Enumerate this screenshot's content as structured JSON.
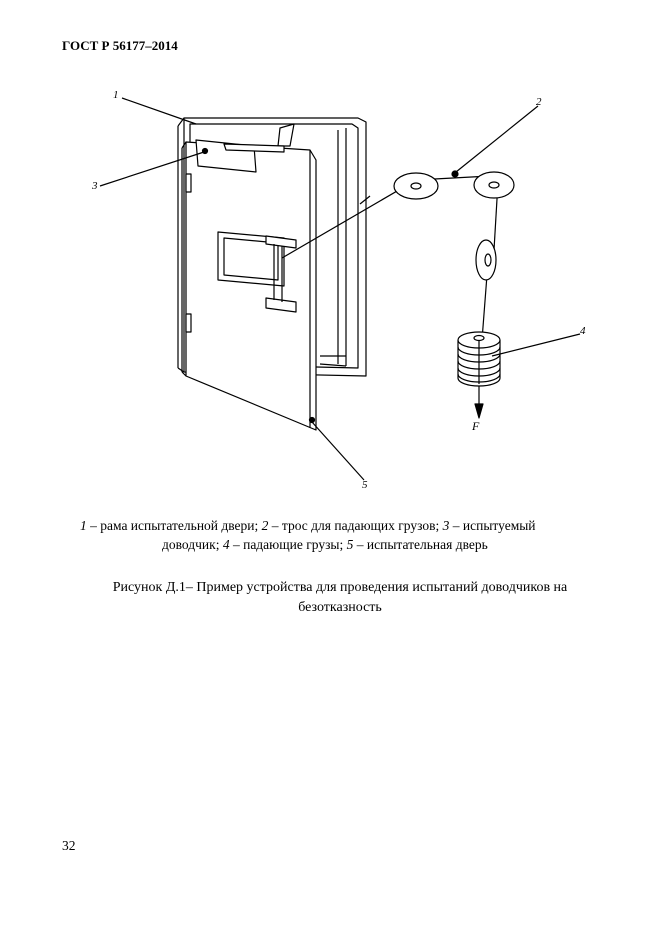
{
  "header": {
    "doc_code": "ГОСТ Р 56177–2014"
  },
  "figure": {
    "callouts": [
      "1",
      "2",
      "3",
      "4",
      "5"
    ],
    "force_label": "F"
  },
  "legend": {
    "items": [
      {
        "num": "1",
        "text": "– рама испытательной двери;  "
      },
      {
        "num": "2",
        "text": "– трос для падающих грузов; "
      },
      {
        "num": "3",
        "text": "– испытуемый"
      },
      {
        "text": "доводчик;  "
      },
      {
        "num": "4",
        "text": "– падающие грузы; "
      },
      {
        "num": "5",
        "text": "– испытательная дверь"
      }
    ]
  },
  "figure_title": {
    "line1": "Рисунок Д.1– Пример  устройства для проведения испытаний доводчиков на",
    "line2": "безотказность"
  },
  "page_number": "32"
}
